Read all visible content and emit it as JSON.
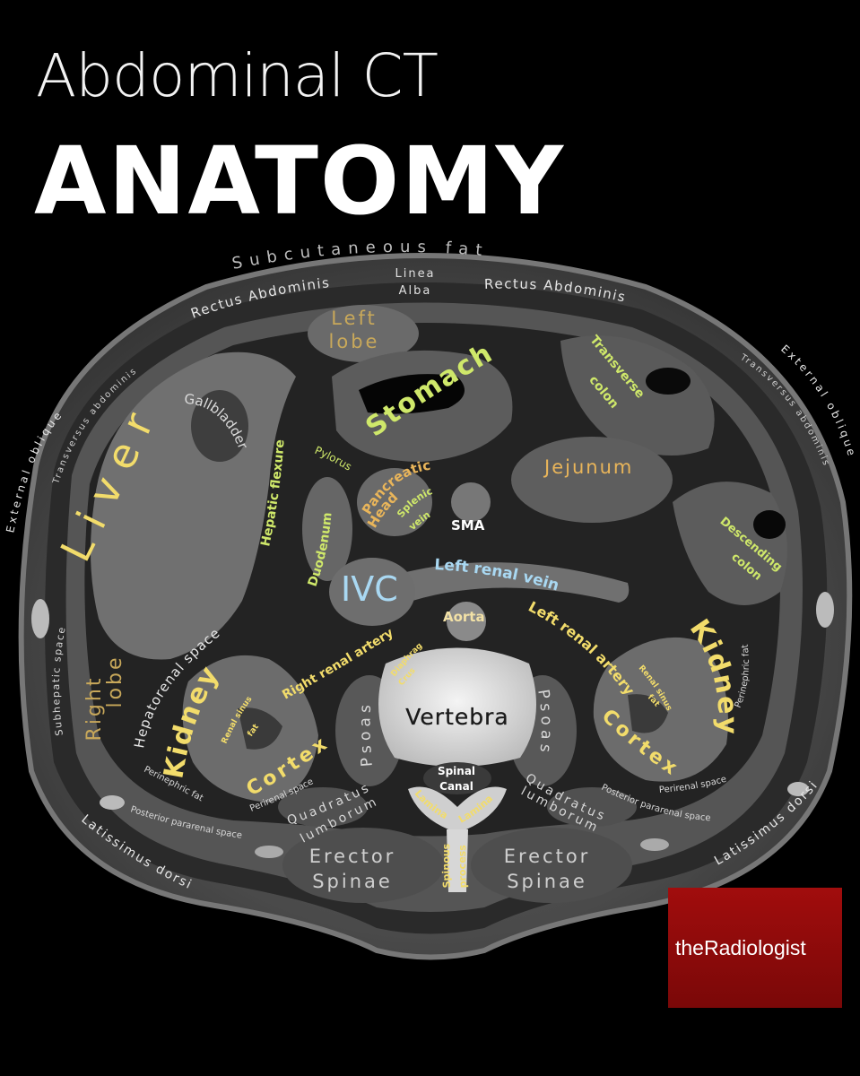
{
  "title_line1": "Abdominal CT",
  "title_line2": "ANATOMY",
  "brand": "theRadiologist",
  "labels": {
    "subcutaneous_fat": "Subcutaneous fat",
    "linea": "Linea",
    "alba": "Alba",
    "rectus_left": "Rectus Abdominis",
    "rectus_right": "Rectus Abdominis",
    "left_lobe_1": "Left",
    "left_lobe_2": "lobe",
    "liver": "Liver",
    "gallbladder": "Gallbladder",
    "stomach": "Stomach",
    "transverse_colon_1": "Transverse",
    "transverse_colon_2": "colon",
    "transversus_abdominis_left": "Transversus abdominis",
    "transversus_abdominis_right": "Transversus abdominis",
    "external_oblique_left": "External oblique",
    "external_oblique_right": "External oblique",
    "hepatic_flexure": "Hepatic flexure",
    "pylorus": "Pylorus",
    "pancreatic_1": "Pancreatic",
    "pancreatic_2": "Head",
    "splenic_1": "Splenic",
    "splenic_2": "vein",
    "jejunum": "Jejunum",
    "sma": "SMA",
    "duodenum": "Duodenum",
    "descending_colon_1": "Descending",
    "descending_colon_2": "colon",
    "ivc": "IVC",
    "left_renal_vein": "Left renal vein",
    "aorta": "Aorta",
    "right_lobe_1": "Right",
    "right_lobe_2": "lobe",
    "subhepatic_space": "Subhepatic space",
    "hepatorenal_space": "Hepatorenal space",
    "right_renal_artery": "Right renal artery",
    "diaphragm_1": "Diaphragm",
    "diaphragm_2": "Crus",
    "left_renal_artery": "Left renal artery",
    "kidney_right": "Kidney",
    "kidney_left": "Kidney",
    "renal_sinus_fat_right_1": "Renal sinus",
    "renal_sinus_fat_right_2": "fat",
    "renal_sinus_fat_left_1": "Renal sinus",
    "renal_sinus_fat_left_2": "fat",
    "perinephric_fat_right": "Perinephric fat",
    "perinephric_fat_left": "Perinephric fat",
    "psoas_left": "Psoas",
    "psoas_right": "Psoas",
    "vertebra": "Vertebra",
    "cortex_right": "Cortex",
    "cortex_left": "Cortex",
    "perirenal_space_right": "Perirenal space",
    "perirenal_space_left": "Perirenal space",
    "spinal_1": "Spinal",
    "spinal_2": "Canal",
    "quadratus_left_1": "Quadratus",
    "quadratus_left_2": "lumborum",
    "quadratus_right_1": "Quadratus",
    "quadratus_right_2": "lumborum",
    "lamina_left": "Lamina",
    "lamina_right": "Lamina",
    "posterior_pararenal_left": "Posterior pararenal space",
    "posterior_pararenal_right": "Posterior pararenal space",
    "latissimus_left": "Latissimus dorsi",
    "latissimus_right": "Latissimus dorsi",
    "erector_left_1": "Erector",
    "erector_left_2": "Spinae",
    "erector_right_1": "Erector",
    "erector_right_2": "Spinae",
    "spinous_1": "Spinous",
    "spinous_2": "process"
  },
  "colors": {
    "background": "#000000",
    "title": "#f2f2f2",
    "label_white": "#e6e6e6",
    "label_muted": "#bdbdbd",
    "label_yellow": "#f2dc6b",
    "label_green": "#cfe86a",
    "label_tan": "#c8a85a",
    "label_orange": "#e9b55a",
    "label_blue": "#a9d8f2",
    "brand_red": "#a10d0d"
  }
}
